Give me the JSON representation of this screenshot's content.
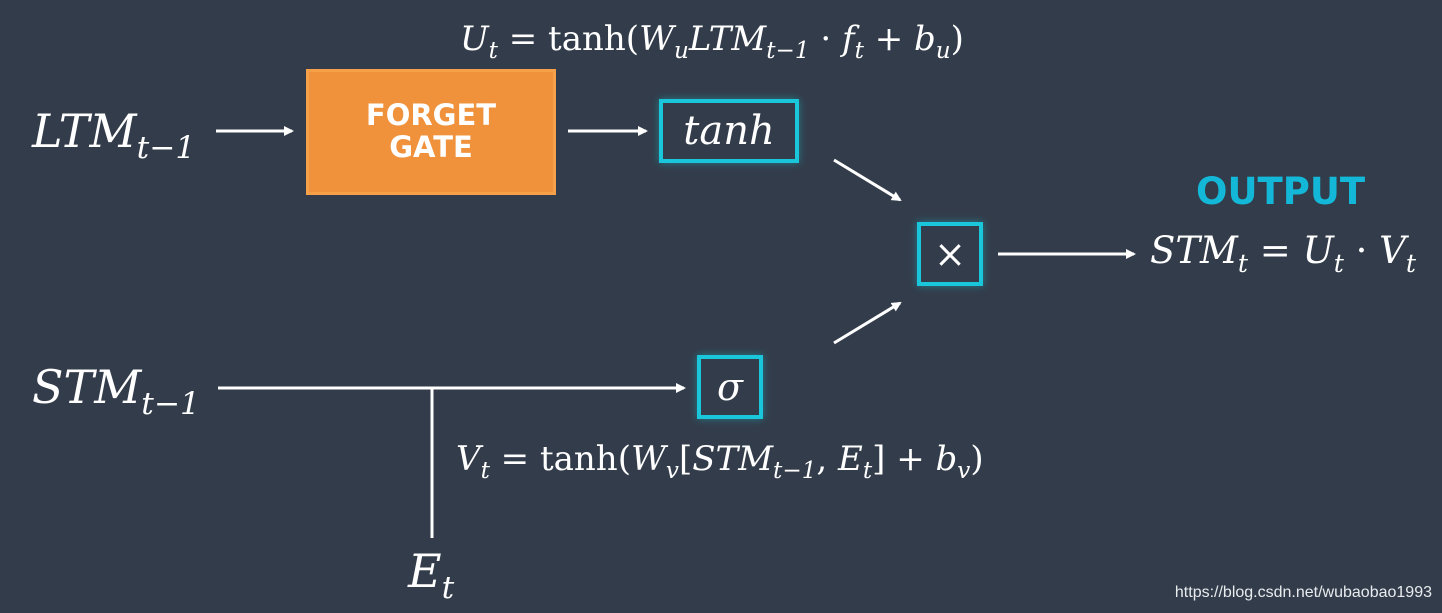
{
  "top_equation": {
    "lhs": "U",
    "lhs_sub": "t",
    "eq": " = tanh(",
    "w": "W",
    "w_sub": "u",
    "ltm": "LTM",
    "ltm_sub": "t−1",
    "dot": " · ",
    "f": "f",
    "f_sub": "t",
    "plus": " + ",
    "b": "b",
    "b_sub": "u",
    "close": ")"
  },
  "ltm_input": {
    "name": "LTM",
    "sub": "t−1"
  },
  "stm_input": {
    "name": "STM",
    "sub": "t−1"
  },
  "event_input": {
    "name": "E",
    "sub": "t"
  },
  "forget_gate": {
    "line1": "FORGET",
    "line2": "GATE"
  },
  "tanh_box": {
    "label": "tanh"
  },
  "sigma_box": {
    "label": "σ"
  },
  "multiply_box": {
    "label": "×"
  },
  "output": {
    "label": "OUTPUT",
    "lhs": "STM",
    "lhs_sub": "t",
    "eq": " = ",
    "u": "U",
    "u_sub": "t",
    "dot": " · ",
    "v": "V",
    "v_sub": "t"
  },
  "bottom_equation": {
    "lhs": "V",
    "lhs_sub": "t",
    "eq": " = tanh(",
    "w": "W",
    "w_sub": "v",
    "bracket_open": "[",
    "stm": "STM",
    "stm_sub": "t−1",
    "comma": ", ",
    "e": "E",
    "e_sub": "t",
    "bracket_close": "]",
    "plus": " + ",
    "b": "b",
    "b_sub": "v",
    "close": ")"
  },
  "watermark": "https://blog.csdn.net/wubaobao1993",
  "colors": {
    "background": "#333c4a",
    "forget_gate_fill": "#f0913b",
    "box_border": "#19c6da",
    "output_label": "#13b8d8",
    "line": "#ffffff"
  }
}
